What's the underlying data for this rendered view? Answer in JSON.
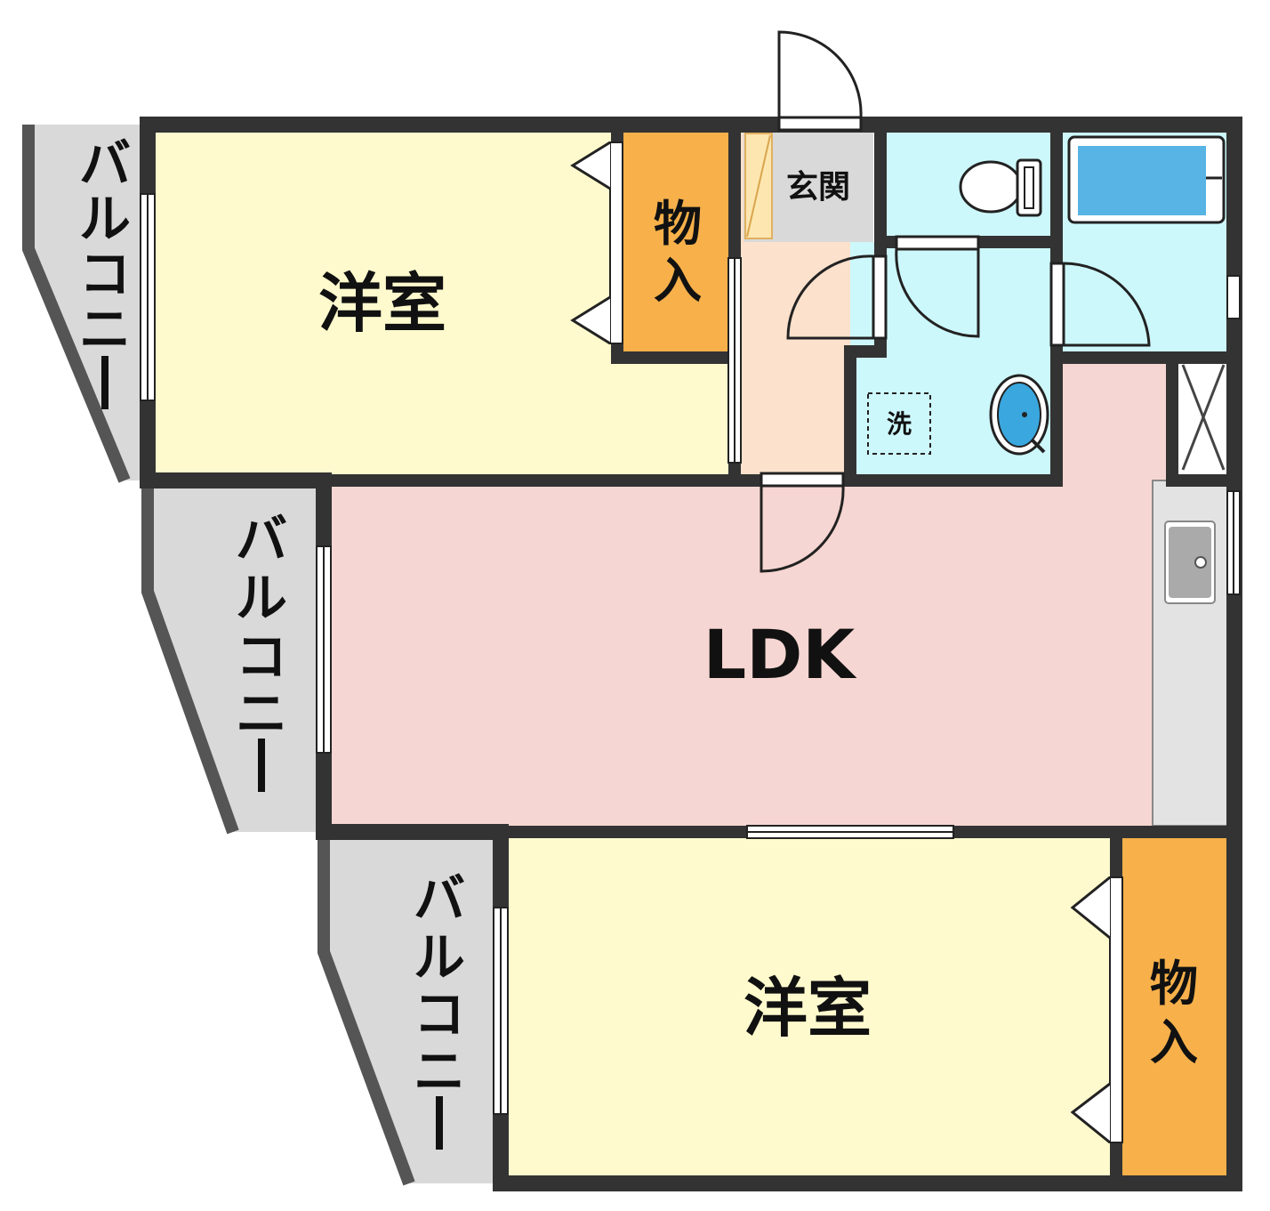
{
  "rooms": {
    "western_room_1": "洋室",
    "western_room_2": "洋室",
    "ldk": "LDK",
    "storage_1_line1": "物",
    "storage_1_line2": "入",
    "storage_2_line1": "物",
    "storage_2_line2": "入",
    "entrance": "玄関",
    "washer": "洗"
  },
  "balconies": {
    "balcony_1": [
      "バ",
      "ル",
      "コ",
      "ニ",
      "ー"
    ],
    "balcony_2": [
      "バ",
      "ル",
      "コ",
      "ニ",
      "ー"
    ],
    "balcony_3": [
      "バ",
      "ル",
      "コ",
      "ニ",
      "ー"
    ]
  },
  "colors": {
    "western": "#fefacd",
    "storage": "#f7b04a",
    "ldk": "#f6d6d2",
    "corridor": "#fce1cc",
    "wet_area": "#cdf8fb",
    "balcony": "#d9d9d9",
    "entrance_floor": "#d9d9d9",
    "wall": "#333333",
    "tub": "#3aa7df",
    "kitchen_counter": "#e3e3e3"
  }
}
